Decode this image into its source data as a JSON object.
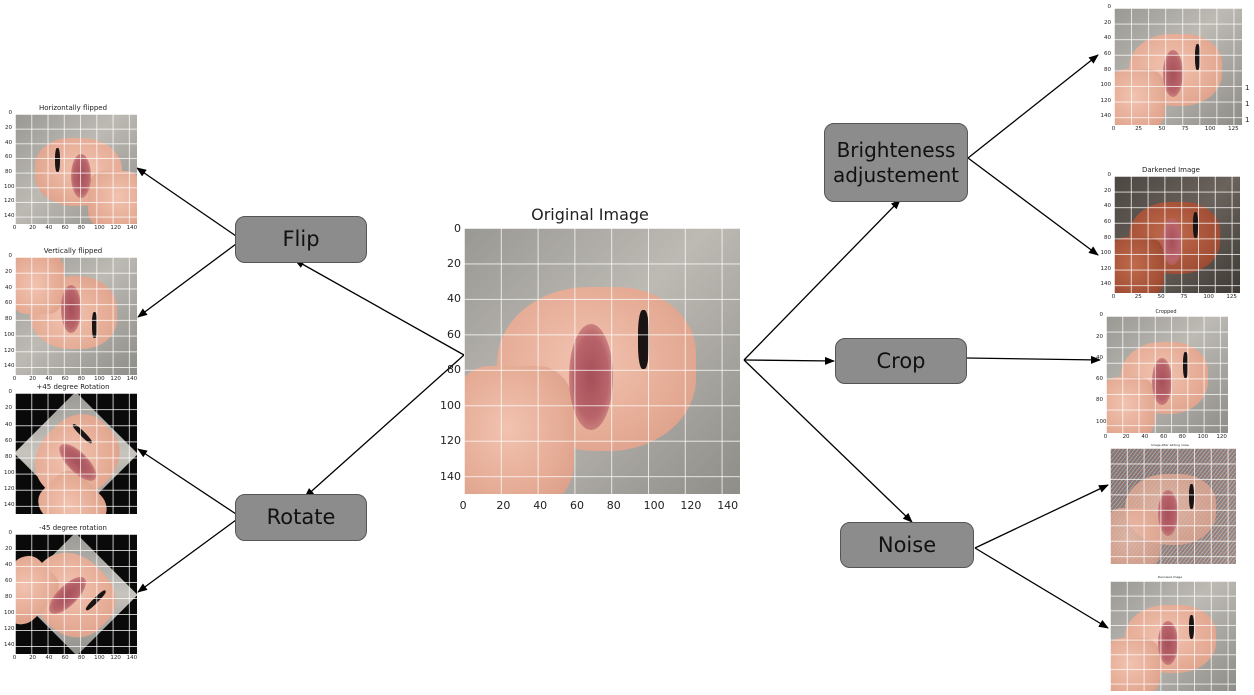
{
  "boxes": {
    "flip": "Flip",
    "rotate": "Rotate",
    "brightness": "Brighteness\nadjustement",
    "crop": "Crop",
    "noise": "Noise"
  },
  "plots": {
    "original": {
      "title": "Original Image",
      "x_ticks": [
        "0",
        "20",
        "40",
        "60",
        "80",
        "100",
        "120",
        "140"
      ],
      "y_ticks": [
        "0",
        "20",
        "40",
        "60",
        "80",
        "100",
        "120",
        "140"
      ]
    },
    "hflip": {
      "title": "Horizontally flipped",
      "x_ticks": [
        "0",
        "20",
        "40",
        "60",
        "80",
        "100",
        "120",
        "140"
      ],
      "y_ticks": [
        "0",
        "20",
        "40",
        "60",
        "80",
        "100",
        "120",
        "140"
      ]
    },
    "vflip": {
      "title": "Vertically flipped",
      "x_ticks": [
        "0",
        "20",
        "40",
        "60",
        "80",
        "100",
        "120",
        "140"
      ],
      "y_ticks": [
        "0",
        "20",
        "40",
        "60",
        "80",
        "100",
        "120",
        "140"
      ]
    },
    "rot_pos": {
      "title": "+45 degree Rotation",
      "x_ticks": [],
      "y_ticks": [
        "0",
        "20",
        "40",
        "60",
        "80",
        "100",
        "120",
        "140"
      ]
    },
    "rot_neg": {
      "title": "-45 degree rotation",
      "x_ticks": [
        "0",
        "20",
        "40",
        "60",
        "80",
        "100",
        "120",
        "140"
      ],
      "y_ticks": [
        "0",
        "20",
        "40",
        "60",
        "80",
        "100",
        "120",
        "140"
      ]
    },
    "bright": {
      "title": "",
      "x_ticks": [
        "0",
        "25",
        "50",
        "75",
        "100",
        "125"
      ],
      "y_ticks": [
        "0",
        "20",
        "40",
        "60",
        "80",
        "100",
        "120",
        "140"
      ]
    },
    "dark": {
      "title": "Darkened Image",
      "x_ticks": [
        "0",
        "25",
        "50",
        "75",
        "100",
        "125"
      ],
      "y_ticks": [
        "0",
        "20",
        "40",
        "60",
        "80",
        "100",
        "120",
        "140"
      ]
    },
    "crop": {
      "title": "Cropped",
      "x_ticks": [
        "0",
        "20",
        "40",
        "60",
        "80",
        "100",
        "120"
      ],
      "y_ticks": [
        "0",
        "20",
        "40",
        "60",
        "80",
        "100"
      ]
    },
    "noise_add": {
      "title": "Image after adding noise",
      "x_ticks": [],
      "y_ticks": []
    },
    "denoise": {
      "title": "Denoised image",
      "x_ticks": [],
      "y_ticks": []
    }
  },
  "stray_labels": [
    "1",
    "1",
    "1"
  ]
}
